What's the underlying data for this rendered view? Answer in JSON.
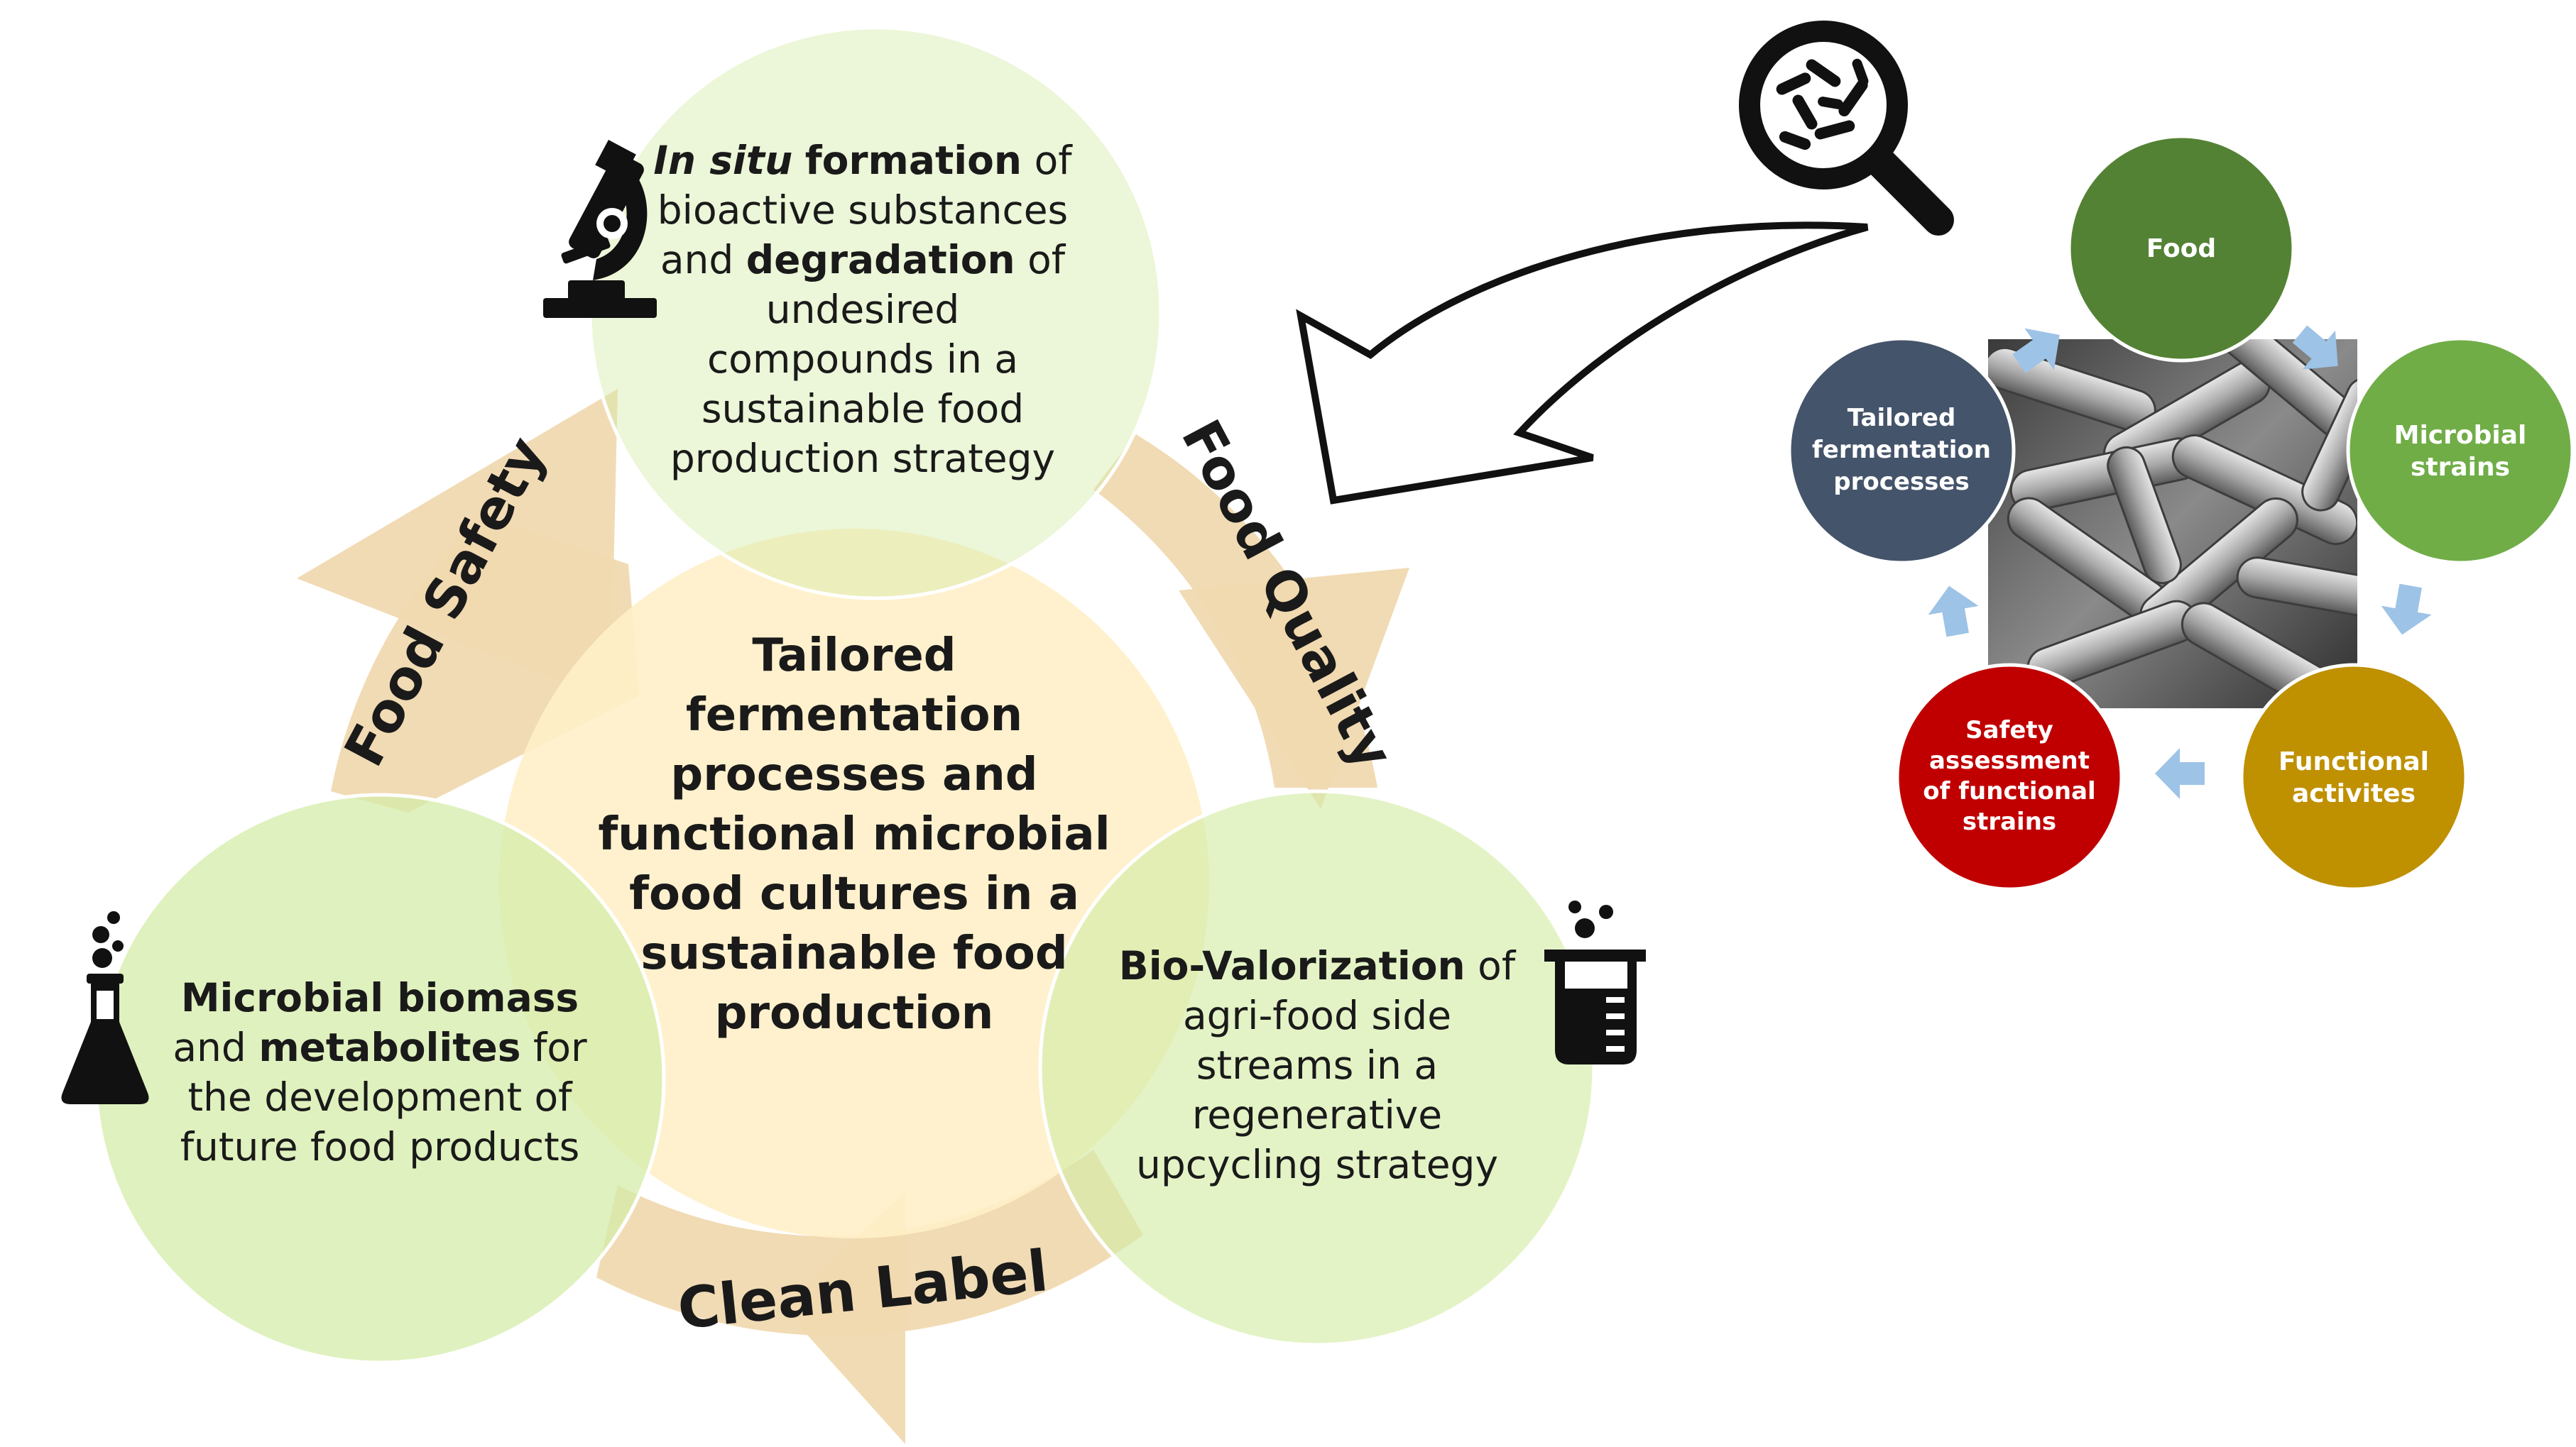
{
  "center": {
    "lines": [
      "Tailored",
      "fermentation",
      "processes and",
      "functional microbial",
      "food cultures in a",
      "sustainable food",
      "production"
    ]
  },
  "top_circle": {
    "line1_bold_italic": "In situ",
    "line1_bold": "formation",
    "line1_rest": "of",
    "line2": "bioactive substances",
    "line3_pre": "and",
    "line3_bold": "degradation",
    "line3_post": "of",
    "line4": "undesired",
    "line5": "compounds in a",
    "line6": "sustainable food",
    "line7": "production strategy"
  },
  "left_circle": {
    "line1_bold": "Microbial biomass",
    "line2_pre": "and",
    "line2_bold": "metabolites",
    "line2_post": "for",
    "line3": "the development of",
    "line4": "future food products"
  },
  "right_circle": {
    "line1_bold": "Bio-Valorization",
    "line1_post": "of",
    "line2": "agri-food side",
    "line3": "streams in a",
    "line4": "regenerative",
    "line5": "upcycling strategy"
  },
  "cycle_labels": {
    "food_safety": "Food Safety",
    "food_quality": "Food Quality",
    "clean_label": "Clean Label"
  },
  "icons": [
    "microscope-icon",
    "flask-icon",
    "beaker-icon",
    "magnifier-bacteria-icon"
  ],
  "mini_cycle": {
    "nodes": [
      {
        "id": "food",
        "lines": [
          "Food"
        ],
        "color": "#548235"
      },
      {
        "id": "microbial-strains",
        "lines": [
          "Microbial",
          "strains"
        ],
        "color": "#70ad47"
      },
      {
        "id": "functional-activites",
        "lines": [
          "Functional",
          "activites"
        ],
        "color": "#bf9000"
      },
      {
        "id": "safety-assessment",
        "lines": [
          "Safety",
          "assessment",
          "of functional",
          "strains"
        ],
        "color": "#c00000"
      },
      {
        "id": "tailored-fermentation",
        "lines": [
          "Tailored",
          "fermentation",
          "processes"
        ],
        "color": "#44546a"
      }
    ],
    "connector_color": "#9dc3e6"
  },
  "colors": {
    "cycle_arrow": "#f0d9b0",
    "center_fill": "#fff0c8",
    "circle_fill": "#d4eca8"
  }
}
